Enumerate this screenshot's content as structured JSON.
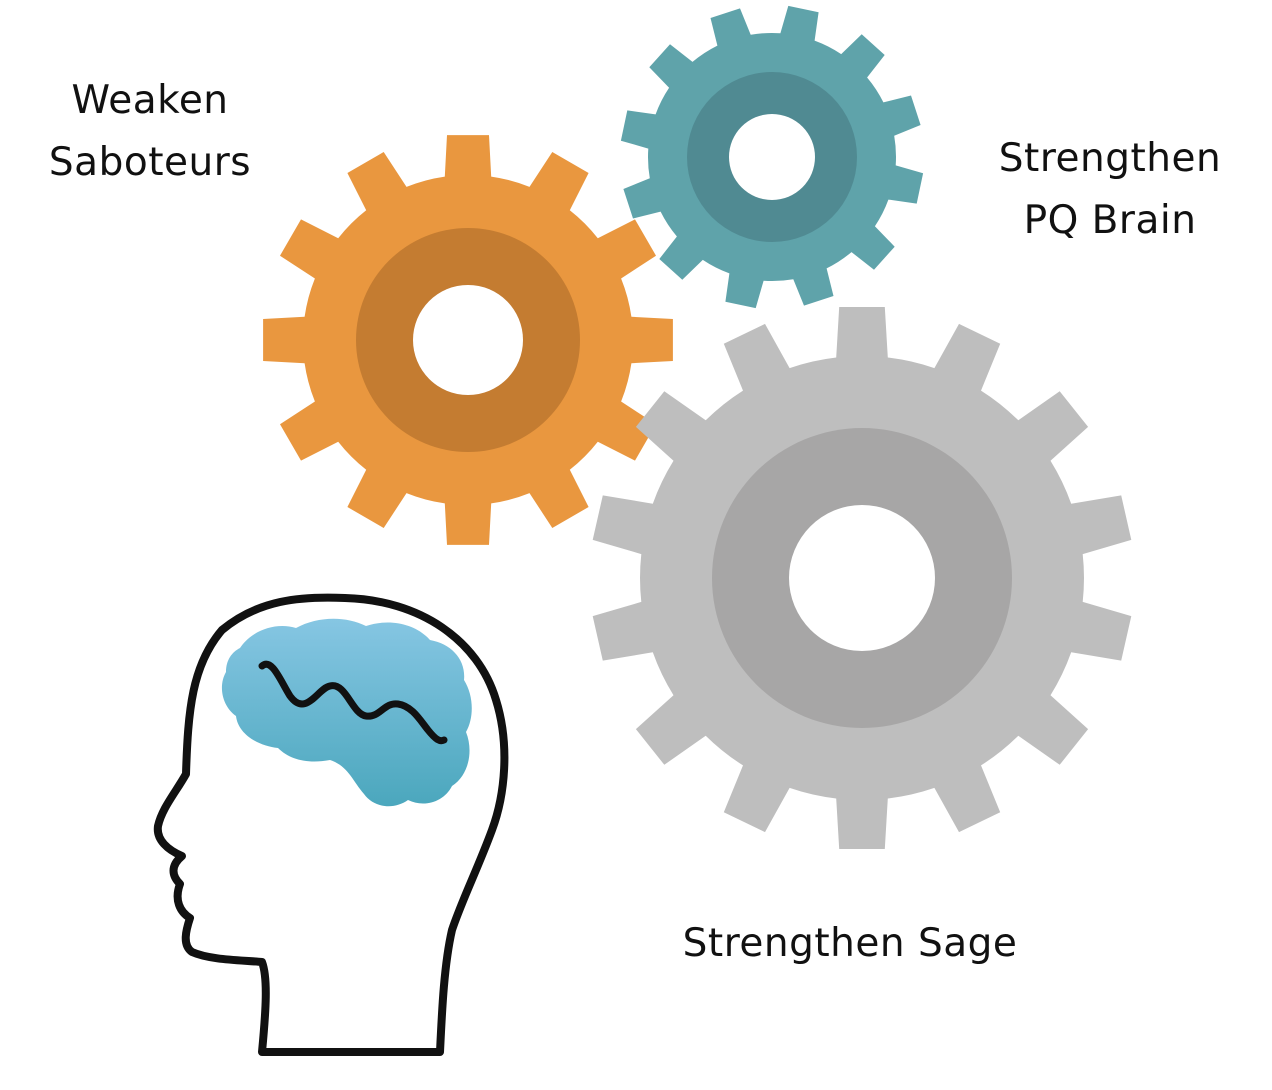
{
  "labels": {
    "weaken_saboteurs": [
      "Weaken",
      "Saboteurs"
    ],
    "strengthen_pq_brain": [
      "Strengthen",
      "PQ Brain"
    ],
    "strengthen_sage": "Strengthen Sage"
  },
  "colors": {
    "orange_gear": "#E9973F",
    "orange_gear_inner": "#C47C31",
    "teal_gear": "#5FA3AA",
    "teal_gear_inner": "#508A92",
    "gray_gear": "#BEBEBE",
    "gray_gear_inner": "#A7A6A6",
    "brain_top": "#86C6E3",
    "brain_bottom": "#4BA7BD",
    "outline": "#111111"
  },
  "icons": {
    "orange_gear": "gear-icon",
    "teal_gear": "gear-icon",
    "gray_gear": "gear-icon",
    "head": "head-silhouette-icon",
    "brain": "brain-icon"
  }
}
